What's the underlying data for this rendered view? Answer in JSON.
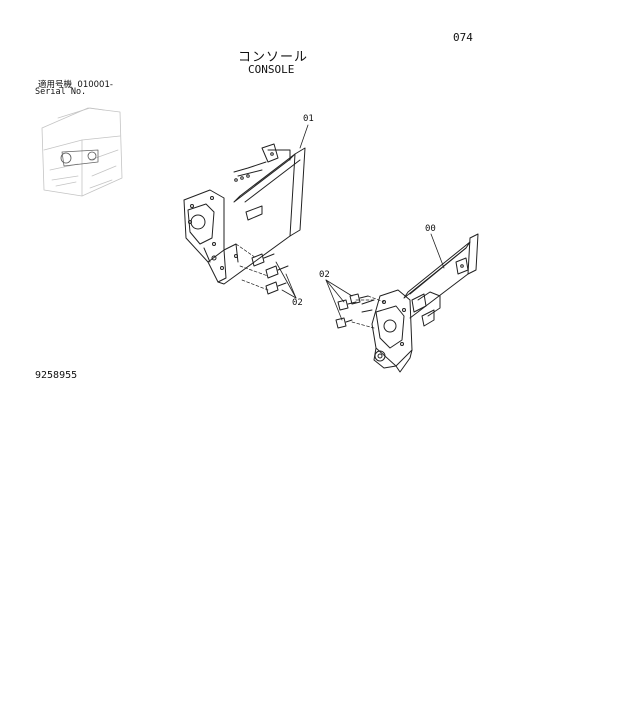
{
  "header": {
    "page_number": "074",
    "title_jp": "コンソール",
    "title_en": "CONSOLE"
  },
  "serial": {
    "label_jp": "適用号機",
    "range": "010001-",
    "label_en": "Serial No."
  },
  "callouts": {
    "part_01": "01",
    "part_00": "00",
    "part_02_left": "02",
    "part_02_right": "02"
  },
  "footer": {
    "drawing_number": "9258955"
  }
}
